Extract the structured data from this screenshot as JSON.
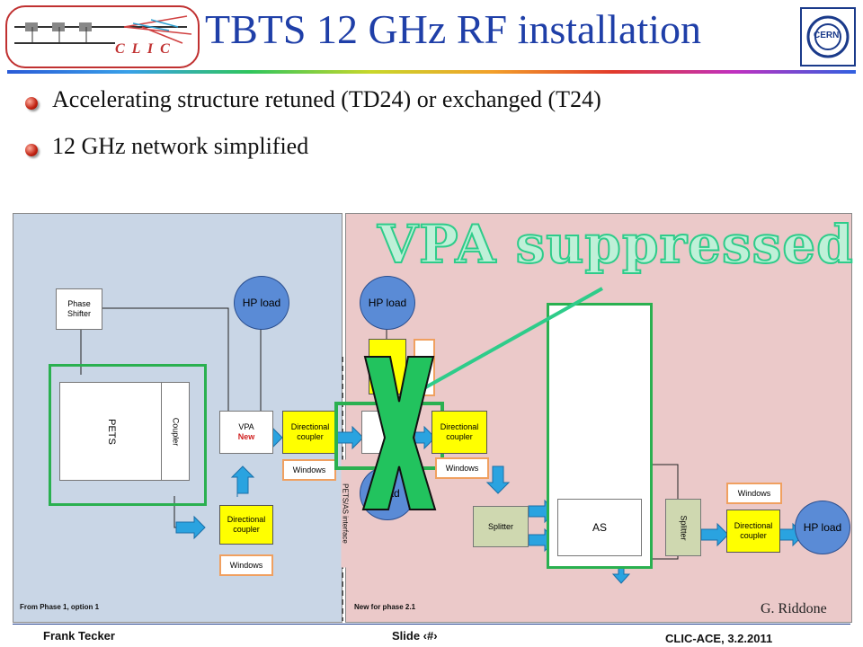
{
  "slide": {
    "title": "TBTS 12 GHz RF installation",
    "logo_left_text": "C L I C",
    "logo_right_text": "CERN",
    "bullets": [
      "Accelerating structure retuned (TD24) or exchanged (T24)",
      "12 GHz network simplified"
    ],
    "overlay_text": "VPA suppressed",
    "credit": "G. Riddone"
  },
  "diagram": {
    "left_caption": "From Phase 1, option 1",
    "right_caption": "New for phase 2.1",
    "interface_label": "PETS/AS interface",
    "pets": "PETS",
    "coupler": "Coupler",
    "phase_shifter": "Phase Shifter",
    "hp_load": "HP load",
    "vpa": "VPA",
    "vpa_new": "New",
    "directional_coupler": "Directional coupler",
    "windows": "Windows",
    "splitter": "Splitter",
    "as": "AS",
    "ad": "ad"
  },
  "footer": {
    "author": "Frank Tecker",
    "slide": "Slide ‹#›",
    "event": "CLIC-ACE, 3.2.2011"
  },
  "colors": {
    "title": "#1f3fa8",
    "left_panel": "#c9d6e6",
    "right_panel": "#ebc9c9",
    "overlay_green": "#2ecc8a",
    "cross_green": "#22c35e"
  }
}
